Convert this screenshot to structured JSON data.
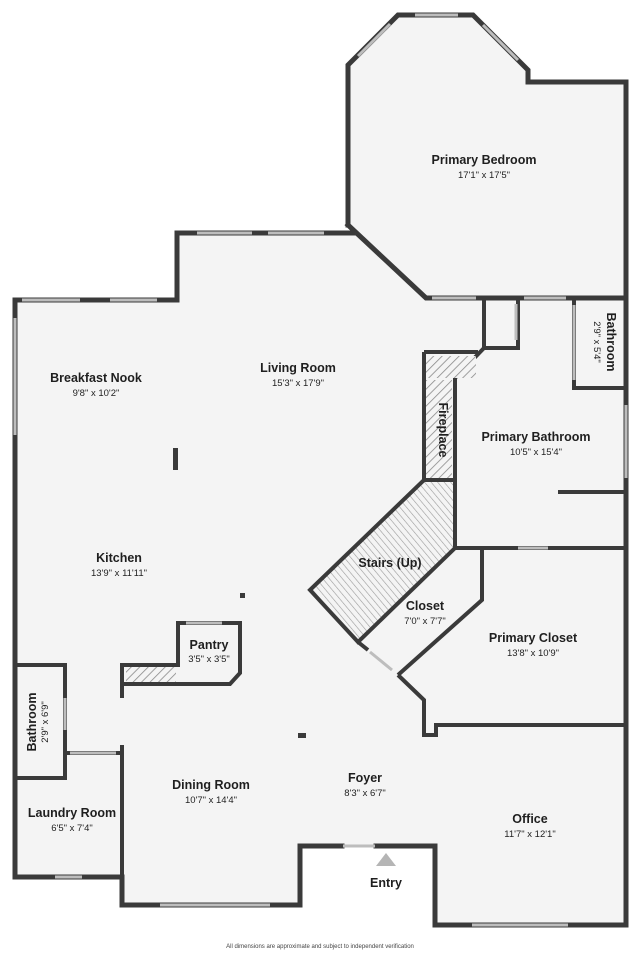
{
  "rooms": {
    "primary_bedroom": {
      "name": "Primary Bedroom",
      "dims": "17'1\" x 17'5\""
    },
    "living_room": {
      "name": "Living Room",
      "dims": "15'3\" x 17'9\""
    },
    "breakfast_nook": {
      "name": "Breakfast Nook",
      "dims": "9'8\" x 10'2\""
    },
    "bathroom_upper": {
      "name": "Bathroom",
      "dims": "2'9\" x 5'4\""
    },
    "fireplace": {
      "name": "Fireplace"
    },
    "primary_bathroom": {
      "name": "Primary Bathroom",
      "dims": "10'5\" x 15'4\""
    },
    "kitchen": {
      "name": "Kitchen",
      "dims": "13'9\" x 11'11\""
    },
    "stairs": {
      "name": "Stairs (Up)"
    },
    "closet": {
      "name": "Closet",
      "dims": "7'0\" x 7'7\""
    },
    "pantry": {
      "name": "Pantry",
      "dims": "3'5\" x 3'5\""
    },
    "primary_closet": {
      "name": "Primary Closet",
      "dims": "13'8\" x 10'9\""
    },
    "bathroom_lower": {
      "name": "Bathroom",
      "dims": "2'9\" x 6'9\""
    },
    "dining_room": {
      "name": "Dining Room",
      "dims": "10'7\" x 14'4\""
    },
    "foyer": {
      "name": "Foyer",
      "dims": "8'3\" x 6'7\""
    },
    "laundry_room": {
      "name": "Laundry Room",
      "dims": "6'5\" x 7'4\""
    },
    "office": {
      "name": "Office",
      "dims": "11'7\" x 12'1\""
    },
    "entry": {
      "name": "Entry"
    }
  },
  "footnote": "All dimensions are approximate and subject to independent verification",
  "colors": {
    "wall": "#3a3a3a",
    "floor": "#f4f4f4",
    "window": "#bdbdbd",
    "hatch": "#8a8a8a"
  }
}
